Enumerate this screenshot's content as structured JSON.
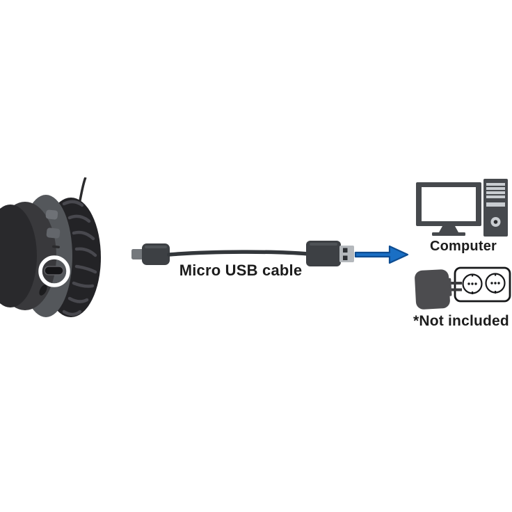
{
  "scene": {
    "background": "#ffffff",
    "labels": {
      "cable": "Micro USB cable",
      "computer": "Computer",
      "not_included": "*Not included"
    },
    "icons": {
      "headphone": "headphone-earcup-photo-with-port-highlight",
      "cable": "micro-usb-to-usb-a-cable-icon",
      "arrow": "arrow-right-icon",
      "computer": "desktop-computer-icon",
      "adapter": "power-adapter-icon",
      "socket": "wall-socket-icon"
    },
    "colors": {
      "arrow_fill": "#1a6fc4",
      "arrow_stroke": "#0e4d92",
      "icon_gray": "#46494d",
      "icon_gray_light": "#c9cdd1",
      "connector_dark": "#3d4044",
      "metal_tip": "#b4b8bc",
      "text": "#1c1c1c",
      "highlight_circle": "#ffffff"
    }
  }
}
